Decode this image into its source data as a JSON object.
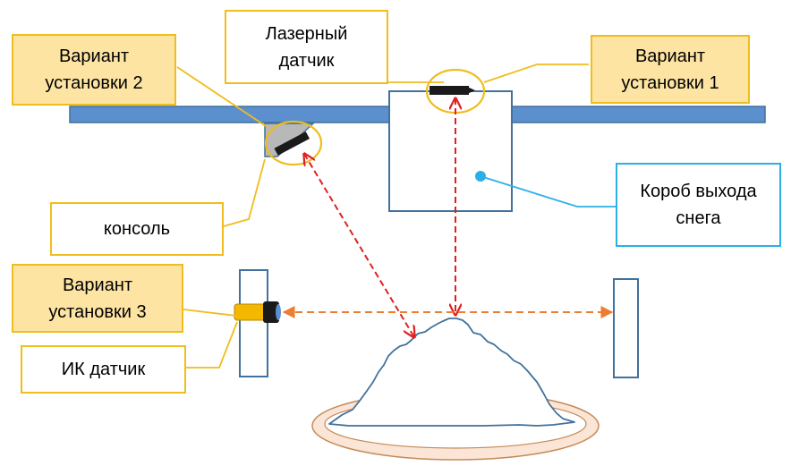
{
  "labels": {
    "variant1": "Вариант\nустановки 1",
    "variant2": "Вариант\nустановки 2",
    "variant3": "Вариант\nустановки 3",
    "laser_sensor": "Лазерный\nдатчик",
    "console": "консоль",
    "ir_sensor": "ИК датчик",
    "snow_outlet_box": "Короб выхода\nснега"
  },
  "colors": {
    "beam_blue": "#5b8fcd",
    "outline_blue": "#41719c",
    "callout_yellow_border": "#f0bd1e",
    "callout_yellow_fill": "#fde4a3",
    "callout_blue_border": "#2bb0e6",
    "laser_ray": "#e02020",
    "ir_ray": "#ed7d31",
    "ring_fill": "#fbe5d6",
    "ring_edge": "#c48a57",
    "sensor_black": "#1a1a1a",
    "ir_sensor_body": "#f5b800"
  }
}
